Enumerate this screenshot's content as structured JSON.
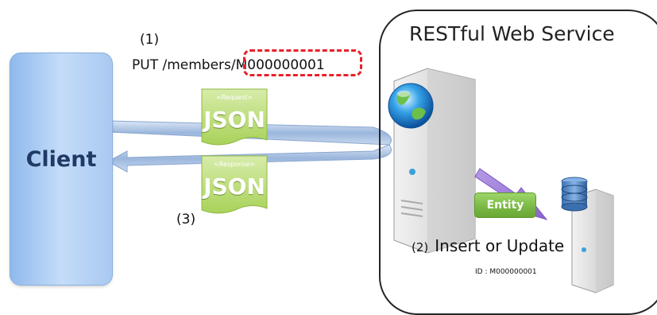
{
  "client": {
    "label": "Client"
  },
  "service": {
    "title": "RESTful Web Service"
  },
  "step1": {
    "number": "(1)",
    "method_path": "PUT /members/",
    "resource_id": "M000000001"
  },
  "request_doc": {
    "caption": "<Request>",
    "title": "JSON"
  },
  "response_doc": {
    "caption": "<Response>",
    "title": "JSON"
  },
  "step2": {
    "number": "(2)",
    "text": "Insert or Update"
  },
  "step3": {
    "number": "(3)"
  },
  "entity": {
    "label": "Entity"
  },
  "id_note": "ID : M000000001",
  "colors": {
    "client": "#9fc4f0",
    "document": "#b5d663",
    "entity": "#7dbb45",
    "highlight": "#e8202a",
    "arrow": "#a48bd6"
  },
  "icons": [
    "globe-icon",
    "server-icon",
    "database-server-icon"
  ]
}
